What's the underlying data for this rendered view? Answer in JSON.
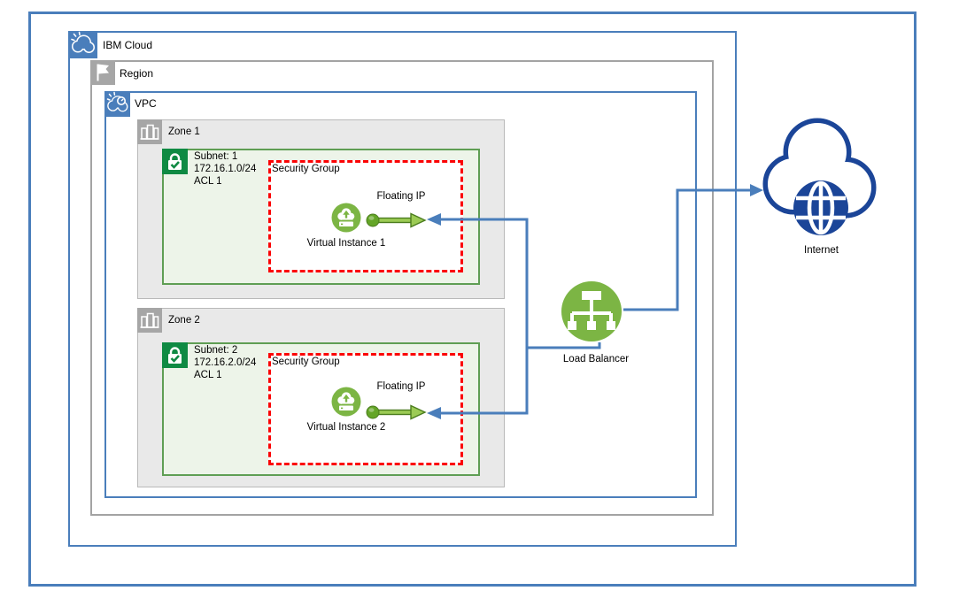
{
  "ibm_cloud": {
    "label": "IBM Cloud"
  },
  "region": {
    "label": "Region"
  },
  "vpc": {
    "label": "VPC"
  },
  "zones": [
    {
      "label": "Zone 1",
      "subnet": {
        "name": "Subnet: 1",
        "cidr": "172.16.1.0/24",
        "acl": "ACL 1"
      },
      "security_group": {
        "label": "Security Group"
      },
      "floating_ip": {
        "label": "Floating IP"
      },
      "instance": {
        "label": "Virtual Instance 1"
      }
    },
    {
      "label": "Zone 2",
      "subnet": {
        "name": "Subnet: 2",
        "cidr": "172.16.2.0/24",
        "acl": "ACL 1"
      },
      "security_group": {
        "label": "Security Group"
      },
      "floating_ip": {
        "label": "Floating IP"
      },
      "instance": {
        "label": "Virtual Instance 2"
      }
    }
  ],
  "load_balancer": {
    "label": "Load Balancer"
  },
  "internet": {
    "label": "Internet"
  },
  "icons": {
    "ibm_cloud": "cloud-rays-icon",
    "region": "flag-icon",
    "vpc": "cloud-gauge-icon",
    "zone": "buildings-icon",
    "subnet": "lock-check-icon",
    "virtual_instance": "cloud-upload-server-icon",
    "floating_ip": "pin-arrow-icon",
    "load_balancer": "balancer-tree-icon",
    "internet": "cloud-globe-icon"
  },
  "colors": {
    "frame_blue": "#4a7ebb",
    "internet_navy": "#1b4598",
    "icon_green": "#7cb544",
    "fip_dark_green": "#64a527",
    "fip_light_green": "#9ccb55",
    "fip_outline_green": "#4c7d1f",
    "subnet_icon_green": "#0f8a43",
    "subnet_fill": "#edf4e9",
    "subnet_border": "#5f9e54",
    "zone_fill": "#e9e9e9",
    "zone_border": "#b9b9b9",
    "gray_icon": "#a6a6a6",
    "region_border": "#a3a3a3",
    "sg_red": "#fb0304",
    "text": "#000000"
  }
}
